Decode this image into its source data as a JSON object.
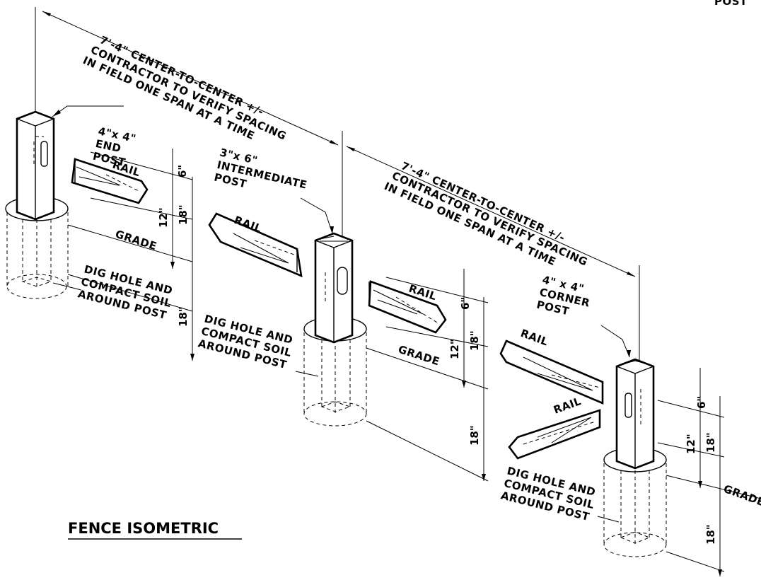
{
  "title": "FENCE ISOMETRIC",
  "corner_text": "POST",
  "spacing": {
    "line1": "7'-4\" CENTER-TO-CENTER +/-",
    "line2": "CONTRACTOR TO VERIFY SPACING",
    "line3": "IN FIELD ONE SPAN AT A TIME"
  },
  "end_post": {
    "line1": "4\"x 4\"",
    "line2": "END",
    "line3": "POST"
  },
  "intermediate_post": {
    "line1": "3\"x 6\"",
    "line2": "INTERMEDIATE",
    "line3": "POST"
  },
  "corner_post": {
    "line1": "4\" x 4\"",
    "line2": "CORNER",
    "line3": "POST"
  },
  "rail_label": "RAIL",
  "grade_label": "GRADE",
  "dig_note": {
    "line1": "DIG HOLE AND",
    "line2": "COMPACT SOIL",
    "line3": "AROUND POST"
  },
  "dims": {
    "six": "6\"",
    "twelve": "12\"",
    "eighteen": "18\""
  }
}
